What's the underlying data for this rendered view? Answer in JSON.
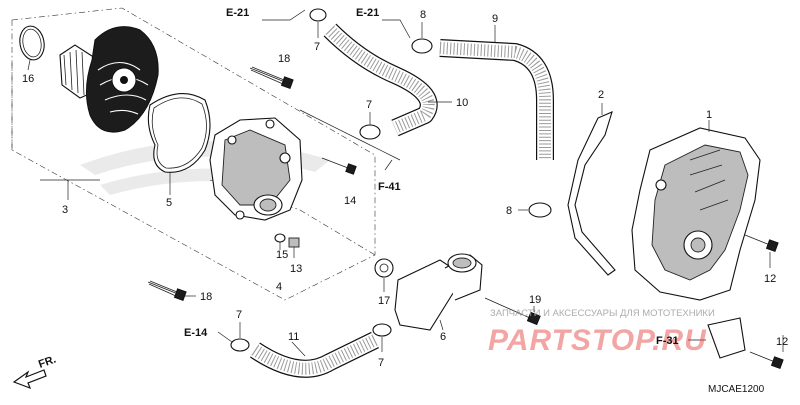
{
  "diagram": {
    "ref_labels": [
      "E-21",
      "E-21",
      "F-41",
      "E-14",
      "F-31"
    ],
    "part_numbers": [
      "16",
      "3",
      "5",
      "18",
      "18",
      "7",
      "7",
      "7",
      "7",
      "8",
      "8",
      "9",
      "10",
      "14",
      "15",
      "13",
      "4",
      "17",
      "6",
      "11",
      "19",
      "2",
      "1",
      "12",
      "12"
    ],
    "direction_label": "FR.",
    "diagram_code": "MJCAE1200",
    "watermark_text": "ЗАПЧАСТИ И АКСЕССУАРЫ ДЛЯ МОТОТЕХНИКИ",
    "watermark_logo": "PARTSTOP.RU"
  },
  "colors": {
    "line": "#111111",
    "shade": "#bdbdbd",
    "watermark": "#e53935"
  }
}
